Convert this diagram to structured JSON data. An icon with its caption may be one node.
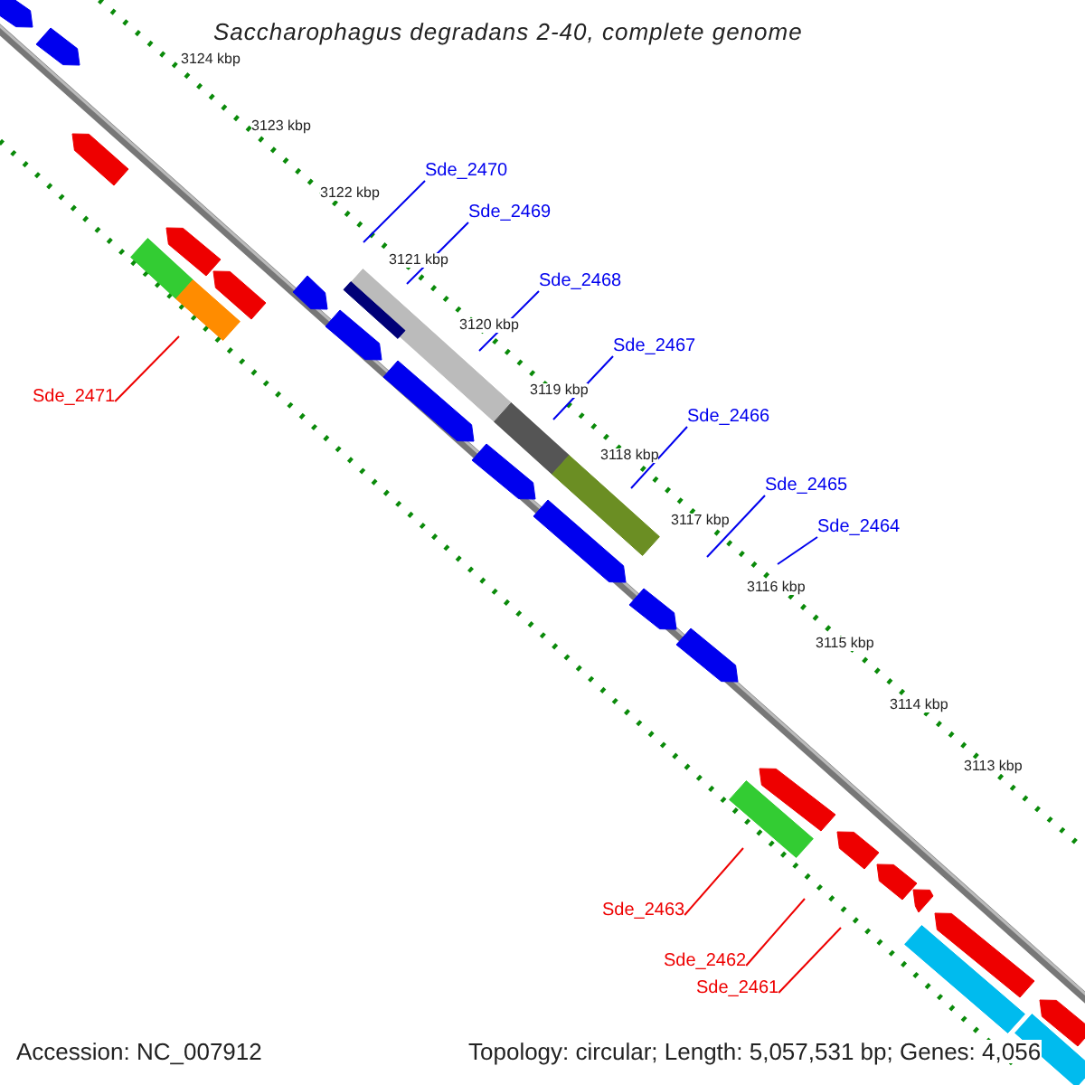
{
  "diagram": {
    "title": "Saccharophagus degradans 2-40, complete genome",
    "nodes": [
      {
        "text": [
          "Sde_2470"
        ]
      },
      {
        "text": [
          "Sde_2469"
        ]
      },
      {
        "text": [
          "Sde_2471"
        ]
      },
      {
        "text": [
          "Sde_2468"
        ]
      },
      {
        "text": [
          "Sde_2467"
        ]
      },
      {
        "text": [
          "Sde_2466"
        ]
      },
      {
        "text": [
          "Sde_2465"
        ]
      },
      {
        "text": [
          "Sde_2464"
        ]
      },
      {
        "text": [
          "Sde_2463"
        ]
      },
      {
        "text": [
          "Sde_2462"
        ]
      },
      {
        "text": [
          "Sde_2461"
        ]
      }
    ],
    "edges": [
      {
        "from": 0,
        "to": null,
        "arrow": "none"
      },
      {
        "from": 1,
        "to": null,
        "arrow": "none"
      },
      {
        "from": 2,
        "to": null,
        "arrow": "none",
        "color": "#ee0000"
      },
      {
        "from": 3,
        "to": null,
        "arrow": "none"
      },
      {
        "from": 4,
        "to": null,
        "arrow": "none"
      },
      {
        "from": 5,
        "to": null,
        "arrow": "none"
      },
      {
        "from": 6,
        "to": null,
        "arrow": "none"
      },
      {
        "from": 7,
        "to": null,
        "arrow": "none"
      },
      {
        "from": 8,
        "to": null,
        "arrow": "none",
        "color": "#ee0000"
      },
      {
        "from": 9,
        "to": null,
        "arrow": "none",
        "color": "#ee0000"
      },
      {
        "from": 10,
        "to": null,
        "arrow": "none",
        "color": "#ee0000"
      }
    ],
    "labels": [
      "3124 kbp",
      "3123 kbp",
      "3122 kbp",
      "3121 kbp",
      "3120 kbp",
      "3119 kbp",
      "3118 kbp",
      "3117 kbp",
      "3116 kbp",
      "3115 kbp",
      "3114 kbp",
      "3113 kbp",
      "Accession: NC_007912",
      "Topology: circular; Length: 5,057,531 bp; Genes: 4,056"
    ]
  }
}
